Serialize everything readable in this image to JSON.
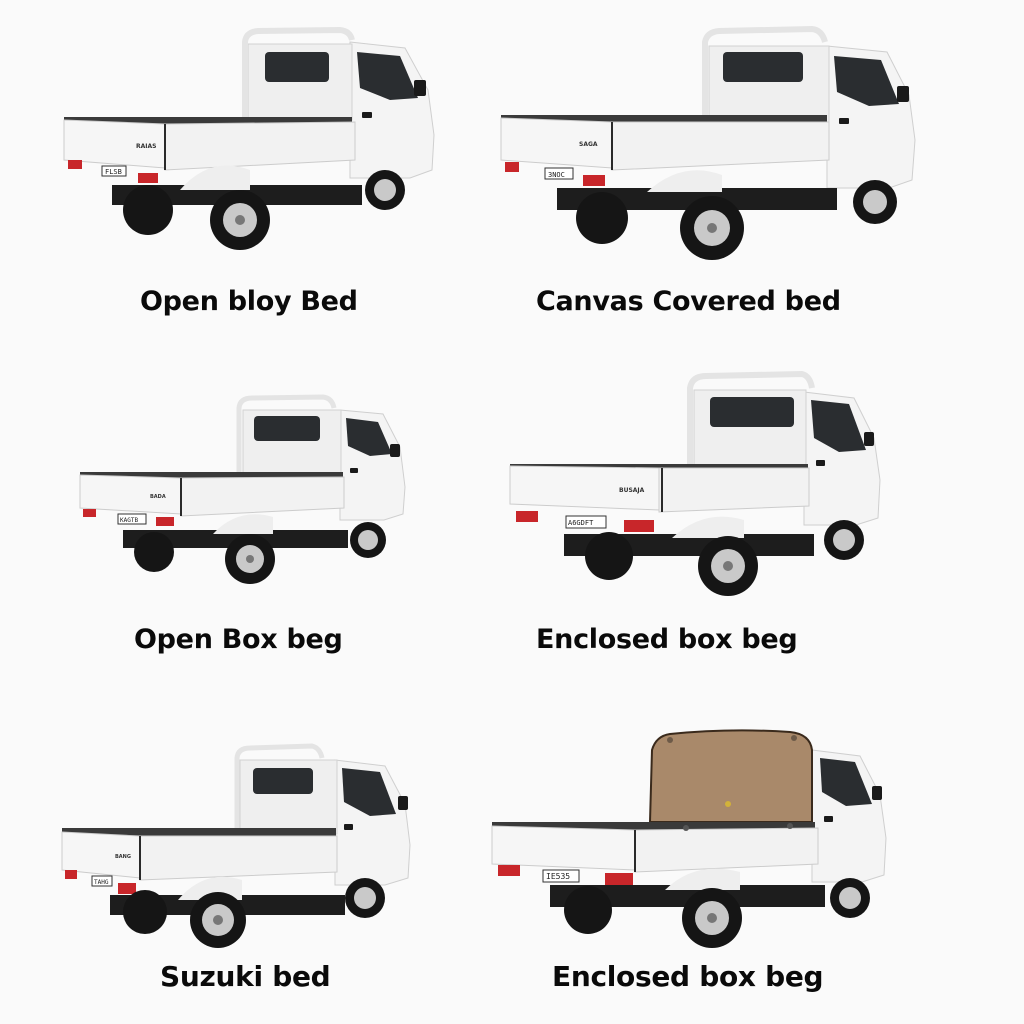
{
  "colors": {
    "background": "#fafafa",
    "truck_body": "#f4f4f4",
    "truck_shade": "#d9d9d9",
    "tyre": "#151515",
    "rim": "#c9c9c9",
    "glass": "#2a2d30",
    "tail_light": "#c8262a",
    "canvas": "#a9896a",
    "caption": "#0a0a0a"
  },
  "items": [
    {
      "caption": "Open bloy Bed",
      "bed_label": "RAIAS",
      "plate": "FLSB",
      "variant": "open-rack"
    },
    {
      "caption": "Canvas Covered bed",
      "bed_label": "SAGA",
      "plate": "3NOC",
      "variant": "open-rack"
    },
    {
      "caption": "Open Box beg",
      "bed_label": "BADA",
      "plate": "KAGTB",
      "variant": "open-rack"
    },
    {
      "caption": "Enclosed box beg",
      "bed_label": "BUSAJA",
      "plate": "A6GDFT",
      "variant": "open-rack"
    },
    {
      "caption": "Suzuki bed",
      "bed_label": "BANG",
      "plate": "TAHG",
      "variant": "open-rack"
    },
    {
      "caption": "Enclosed box beg",
      "bed_label": "",
      "plate": "IE535",
      "variant": "canvas-cover"
    }
  ]
}
